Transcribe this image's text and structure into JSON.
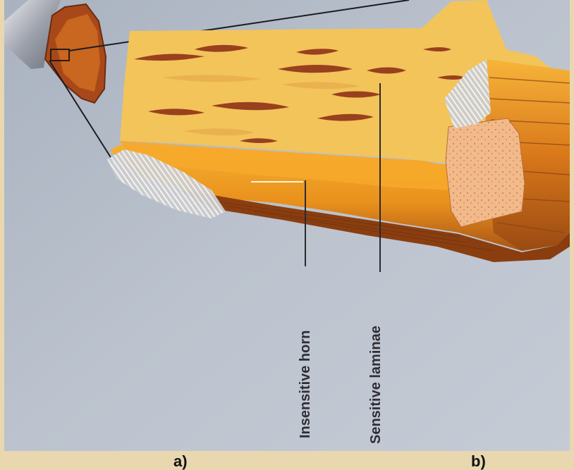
{
  "labels": {
    "insensitive_horn": "Insensitive horn",
    "sensitive_laminae": "Sensitive laminae"
  },
  "bottom_marks": {
    "left": "a)",
    "right": "b)"
  },
  "colors": {
    "parchment_border": "#e9d7b0",
    "blue_grey_background": "#b8bfcb",
    "laminae_yellow": "#f2c45a",
    "horn_orange": "#f3a526",
    "horn_brown": "#b05c18",
    "dark_streak": "#8a2a14",
    "pink_tissue": "#f0b887",
    "hoof_wall_grey": "#c8cbd3"
  }
}
